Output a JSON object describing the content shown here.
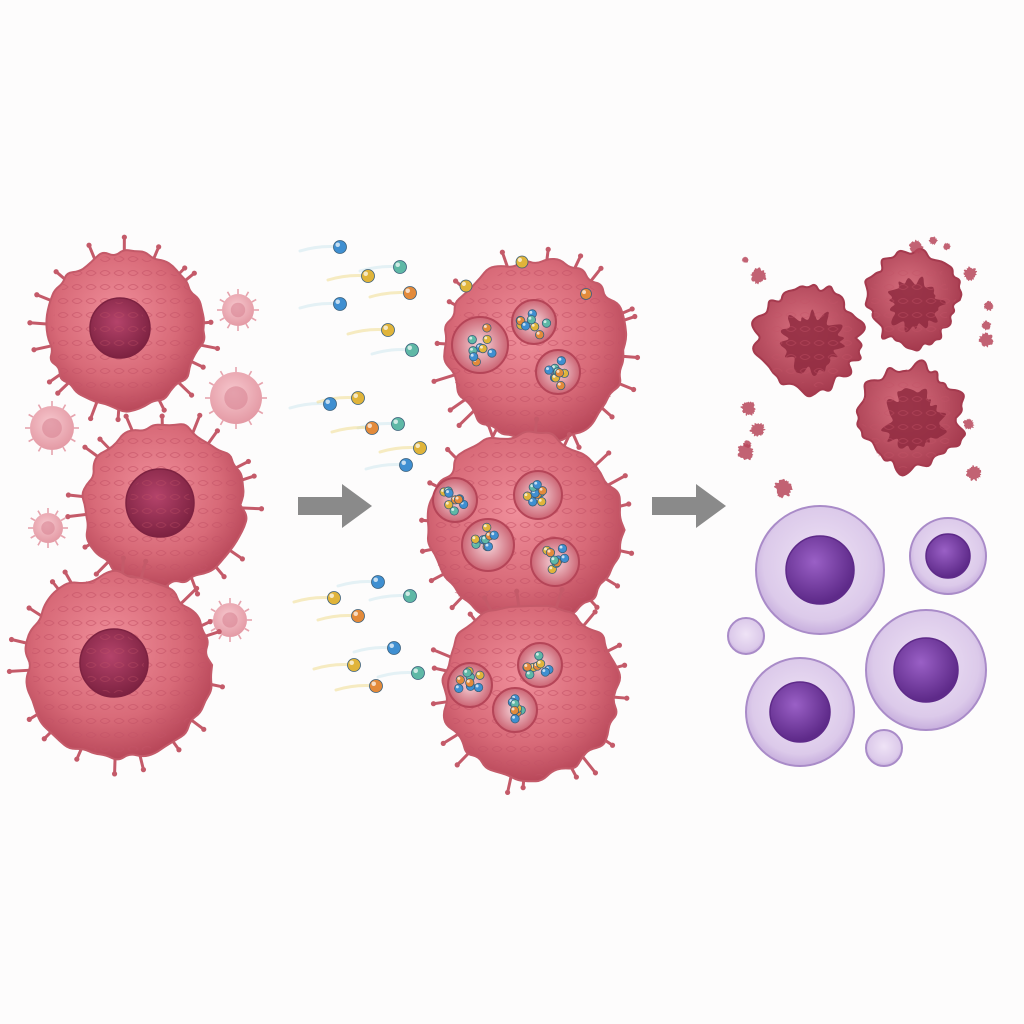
{
  "colors": {
    "background": "#fdfcfc",
    "cell_fill": "#d86a78",
    "cell_fill_dark": "#b9485a",
    "cell_outline": "#c45a69",
    "nucleus": "#9a2f4e",
    "nucleus_dark": "#7d2241",
    "dead_fragment": "#b7465a",
    "dead_core": "#8f2a3f",
    "healthy_membrane": "#dccaea",
    "healthy_outline": "#a98bc8",
    "healthy_nucleus": "#7b3fa8",
    "healthy_nucleus_dark": "#5e2a89",
    "arrow": "#8a8a8a",
    "particle_blue": "#3f8fd1",
    "particle_gold": "#e0b43a",
    "particle_teal": "#5fb8a6",
    "particle_orange": "#e38a3a",
    "trail": "#cfe7ef",
    "trail_gold": "#f1dc8f"
  },
  "icons": {
    "arrow_1": "right-arrow-icon",
    "arrow_2": "right-arrow-icon"
  },
  "panels": [
    {
      "stage": "cancer-cells"
    },
    {
      "stage": "nanoparticle-uptake"
    },
    {
      "stage": "outcome"
    }
  ]
}
